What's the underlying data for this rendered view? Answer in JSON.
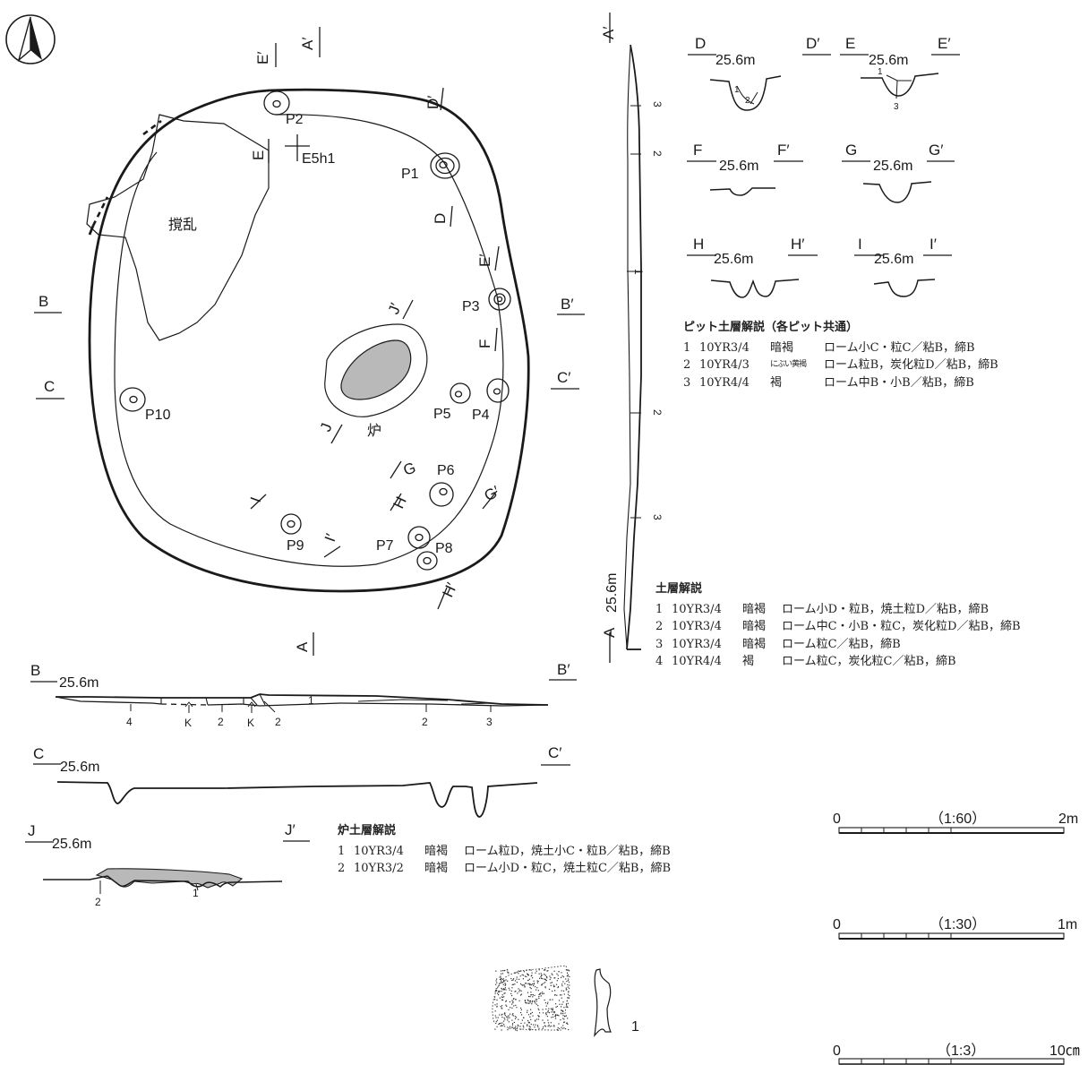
{
  "plan": {
    "sections": {
      "A": "A",
      "A_p": "A′",
      "B": "B",
      "B_p": "B′",
      "C": "C",
      "C_p": "C′",
      "D": "D",
      "D_p": "D′",
      "E": "E",
      "E_p": "E′",
      "F": "F",
      "F_p": "F′",
      "G": "G",
      "G_p": "G′",
      "H": "H",
      "H_p": "H′",
      "I": "I",
      "I_p": "I′",
      "J": "J",
      "J_p": "J′"
    },
    "pits": [
      "P1",
      "P2",
      "P3",
      "P4",
      "P5",
      "P6",
      "P7",
      "P8",
      "P9",
      "P10"
    ],
    "grid_point": "E5h1",
    "disturbance": "撹乱",
    "hearth": "炉"
  },
  "profiles": {
    "elevation": "25.6m",
    "a_layers": [
      "3",
      "2",
      "1",
      "2",
      "3"
    ],
    "b_marks": [
      "4",
      "K",
      "2",
      "K",
      "2",
      "1",
      "2",
      "3"
    ],
    "j_marks": [
      "1",
      "2"
    ],
    "d_marks": [
      "1",
      "2"
    ],
    "e_marks": [
      "1",
      "3"
    ]
  },
  "legends": {
    "pit": {
      "title": "ピット土層解説（各ピット共通）",
      "rows": [
        {
          "n": "1",
          "code": "10YR3/4",
          "color": "暗褐",
          "desc": "ローム小C・粒C／粘B，締B"
        },
        {
          "n": "2",
          "code": "10YR4/3",
          "color": "にぶい黄褐",
          "desc": "ローム粒B，炭化粒D／粘B，締B"
        },
        {
          "n": "3",
          "code": "10YR4/4",
          "color": "褐",
          "desc": "ローム中B・小B／粘B，締B"
        }
      ]
    },
    "soil": {
      "title": "土層解説",
      "rows": [
        {
          "n": "1",
          "code": "10YR3/4",
          "color": "暗褐",
          "desc": "ローム小D・粒B，焼土粒D／粘B，締B"
        },
        {
          "n": "2",
          "code": "10YR3/4",
          "color": "暗褐",
          "desc": "ローム中C・小B・粒C，炭化粒D／粘B，締B"
        },
        {
          "n": "3",
          "code": "10YR3/4",
          "color": "暗褐",
          "desc": "ローム粒C／粘B，締B"
        },
        {
          "n": "4",
          "code": "10YR4/4",
          "color": "褐",
          "desc": "ローム粒C，炭化粒C／粘B，締B"
        }
      ]
    },
    "hearth": {
      "title": "炉土層解説",
      "rows": [
        {
          "n": "1",
          "code": "10YR3/4",
          "color": "暗褐",
          "desc": "ローム粒D，焼土小C・粒B／粘B，締B"
        },
        {
          "n": "2",
          "code": "10YR3/2",
          "color": "暗褐",
          "desc": "ローム小D・粒C，焼土粒C／粘B，締B"
        }
      ]
    }
  },
  "scales": [
    {
      "zero": "0",
      "ratio": "（1:60）",
      "end": "2m"
    },
    {
      "zero": "0",
      "ratio": "（1:30）",
      "end": "1m"
    },
    {
      "zero": "0",
      "ratio": "（1:3）",
      "end": "10㎝"
    }
  ],
  "artifact": {
    "number": "1"
  },
  "colors": {
    "ink": "#1a1a1a",
    "hearth_fill": "#b9b9b9"
  }
}
